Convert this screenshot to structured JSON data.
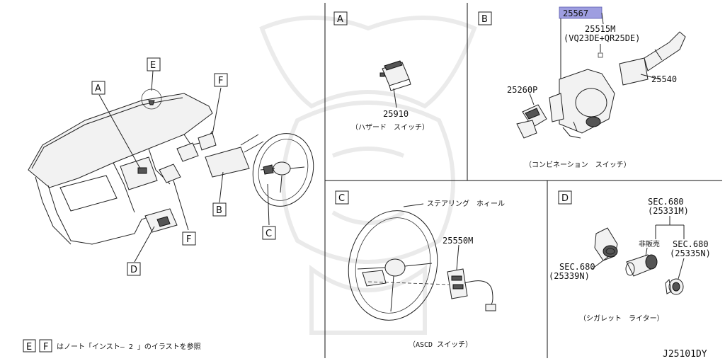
{
  "diagram_code": "J25101DY",
  "highlight_color": "#9e9ee0",
  "footnote": {
    "box1": "E",
    "box2": "F",
    "text": "はノート「インスト– 2 」のイラストを参照"
  },
  "overview": {
    "callouts": [
      "A",
      "E",
      "F",
      "B",
      "C",
      "F",
      "D"
    ]
  },
  "panel_a": {
    "letter": "A",
    "part_no": "25910",
    "caption": "（ハザード　スイッチ）"
  },
  "panel_b": {
    "letter": "B",
    "part_highlight": "25567",
    "part_main": "25515M",
    "part_main_note": "(VQ23DE+QR25DE)",
    "part_right": "25540",
    "part_left": "25260P",
    "caption": "（コンビネーション　スイッチ）"
  },
  "panel_c": {
    "letter": "C",
    "wheel_label": "ステアリング　ホィール",
    "part_no": "25550M",
    "caption": "（ASCD スイッチ）"
  },
  "panel_d": {
    "letter": "D",
    "sec_top": "SEC.680",
    "sec_top_no": "(25331M)",
    "not_sold": "非販売",
    "sec_right": "SEC.680",
    "sec_right_no": "(25335N)",
    "sec_left": "SEC.680",
    "sec_left_no": "(25339N)",
    "caption": "（シガレット　ライター）"
  }
}
